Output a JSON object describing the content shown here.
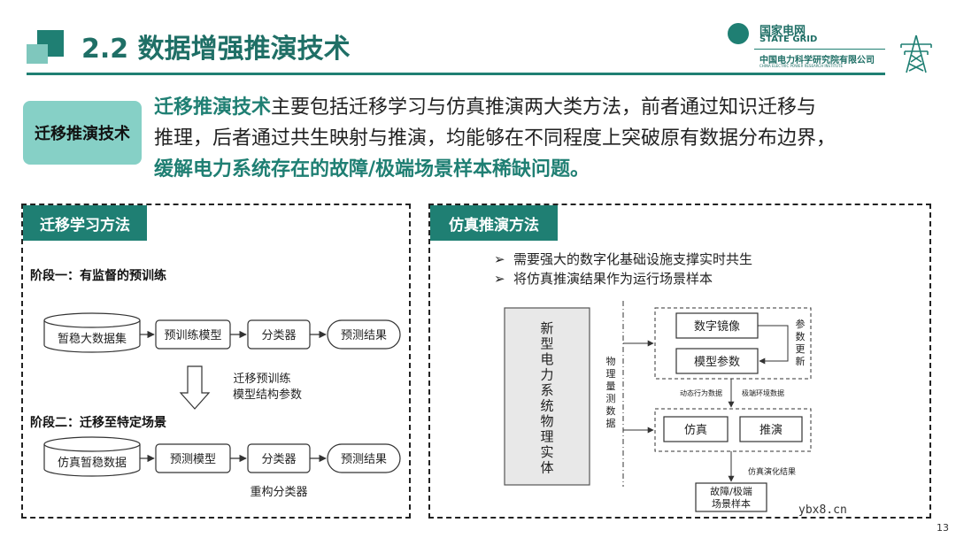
{
  "header": {
    "title": "2.2 数据增强推演技术",
    "logo": {
      "line1": "国家电网",
      "line2": "STATE GRID",
      "line3": "中国电力科学研究院有限公司",
      "line4": "CHINA ELECTRIC POWER RESEARCH INSTITUTE"
    }
  },
  "intro": {
    "badge": "迁移推演技术",
    "highlight_lead": "迁移推演技术",
    "text_line1_rest": "主要包括迁移学习与仿真推演两大类方法，前者通过知识迁移与",
    "text_line2": "推理，后者通过共生映射与推演，均能够在不同程度上突破原有数据分布边界，",
    "highlight_tail": "缓解电力系统存在的故障/极端场景样本稀缺问题。"
  },
  "left_panel": {
    "tag": "迁移学习方法",
    "stage1": {
      "label": "阶段一：有监督的预训练",
      "dataset": "暂稳大数据集",
      "model": "预训练模型",
      "classifier": "分类器",
      "result": "预测结果"
    },
    "transfer_line1": "迁移预训练",
    "transfer_line2": "模型结构参数",
    "stage2": {
      "label": "阶段二：迁移至特定场景",
      "dataset": "仿真暂稳数据",
      "model": "预测模型",
      "classifier": "分类器",
      "result": "预测结果"
    },
    "rebuild": "重构分类器"
  },
  "right_panel": {
    "tag": "仿真推演方法",
    "bullets": [
      "需要强大的数字化基础设施支撑实时共生",
      "将仿真推演结果作为运行场景样本"
    ],
    "entity": [
      "新",
      "型",
      "电",
      "力",
      "系",
      "统",
      "物",
      "理",
      "实",
      "体"
    ],
    "measure": [
      "物",
      "理",
      "量",
      "测",
      "数",
      "据"
    ],
    "digital_mirror": "数字镜像",
    "model_params": "模型参数",
    "param_update": [
      "参",
      "数",
      "更",
      "新"
    ],
    "dynamic_data": "动态行为数据",
    "extreme_data": "极端环境数据",
    "simulation": "仿真",
    "deduction": "推演",
    "sim_result": "仿真演化结果",
    "output_line1": "故障/极端",
    "output_line2": "场景样本"
  },
  "footer": {
    "page_number": "13",
    "watermark": "ybx8.cn"
  },
  "colors": {
    "primary": "#1f7f73",
    "accent_light": "#86d0c6",
    "panel_border": "#222222"
  }
}
